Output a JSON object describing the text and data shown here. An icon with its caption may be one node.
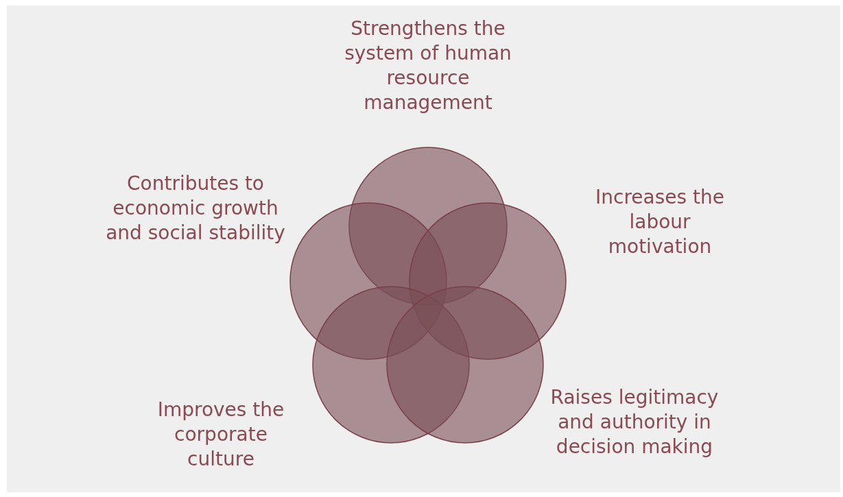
{
  "diagram": {
    "nodes": [
      {
        "text": [],
        "shape": "circle",
        "beside": [
          "Strengthens the system of human resource management"
        ]
      },
      {
        "text": [],
        "shape": "circle",
        "beside": [
          "Contributes to economic growth and social stability"
        ]
      },
      {
        "text": [],
        "shape": "circle",
        "beside": [
          "Increases the labour motivation"
        ]
      },
      {
        "text": [],
        "shape": "circle",
        "beside": [
          "Improves the corporate culture"
        ]
      },
      {
        "text": [],
        "shape": "circle",
        "beside": [
          "Raises legitimacy and authority in decision making"
        ]
      }
    ],
    "edges": []
  }
}
